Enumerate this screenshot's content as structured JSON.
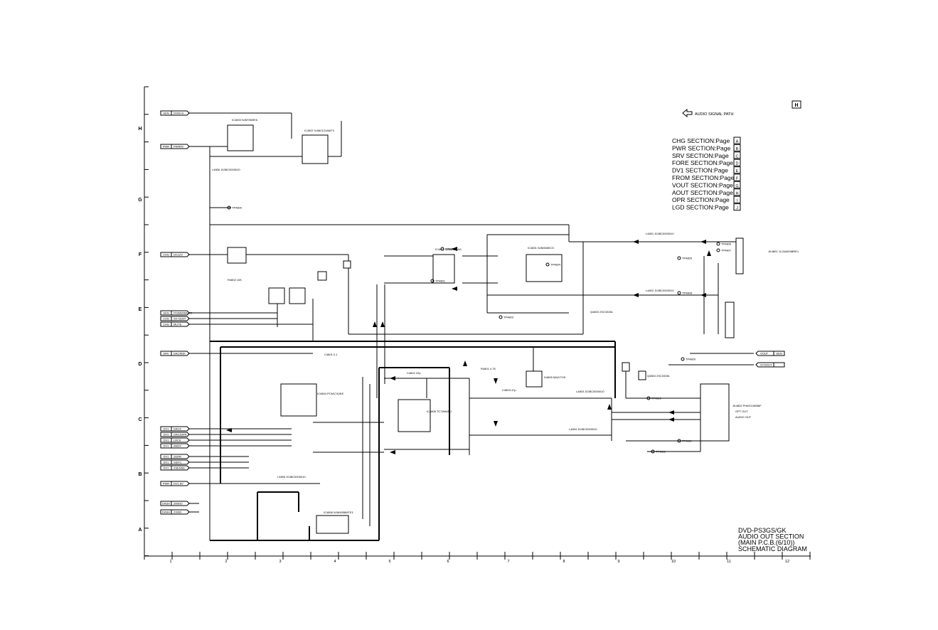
{
  "sheet_letter": "H",
  "signal_path_label": "AUDIO SIGNAL PATH",
  "legend": [
    {
      "text": "CHG SECTION:Page",
      "code": "A"
    },
    {
      "text": "PWR SECTION:Page",
      "code": "B"
    },
    {
      "text": "SRV SECTION:Page",
      "code": "C"
    },
    {
      "text": "FORE SECTION:Page",
      "code": "D"
    },
    {
      "text": "DV1 SECTION:Page",
      "code": "E"
    },
    {
      "text": "FROM SECTION:Page",
      "code": "F"
    },
    {
      "text": "VOUT SECTION:Page",
      "code": "G"
    },
    {
      "text": "AOUT SECTION:Page",
      "code": "H"
    },
    {
      "text": "OPR SECTION:Page",
      "code": "I"
    },
    {
      "text": "LGD SECTION:Page",
      "code": "J"
    }
  ],
  "title_block": [
    "DVD-PS3GS/GK",
    "AUDIO OUT SECTION",
    "(MAIN P.C.B.(6/10))",
    "SCHEMATIC DIAGRAM"
  ],
  "row_labels": [
    "H",
    "G",
    "F",
    "E",
    "D",
    "C",
    "B",
    "A"
  ],
  "col_labels": [
    "1",
    "2",
    "3",
    "4",
    "5",
    "6",
    "7",
    "8",
    "9",
    "10",
    "11",
    "12"
  ],
  "left_connectors": [
    {
      "tag": "GEN",
      "net": "DV6V-H"
    },
    {
      "tag": "PWR",
      "net": "PWR5V"
    },
    {
      "tag": "CHG",
      "net": "DC12V"
    },
    {
      "tag": "GEN",
      "net": "POWERMUTE"
    },
    {
      "tag": "CHG",
      "net": "SV-CENT"
    },
    {
      "tag": "CHG",
      "net": "MUTE"
    },
    {
      "tag": "SRV",
      "net": "DACRDK"
    },
    {
      "tag": "DV1",
      "net": "DACK"
    },
    {
      "tag": "DV1",
      "net": "DACDATA"
    },
    {
      "tag": "DV1",
      "net": "LRCK"
    },
    {
      "tag": "DV1",
      "net": "AMSY"
    },
    {
      "tag": "DV1",
      "net": "ZERR"
    },
    {
      "tag": "DV1",
      "net": "SSIF1"
    },
    {
      "tag": "DV1",
      "net": "ZSENSE"
    },
    {
      "tag": "PWR",
      "net": "DV1.8V"
    },
    {
      "tag": "DASH",
      "net": "ZMSIO"
    },
    {
      "tag": "DASH",
      "net": "ZGND"
    }
  ],
  "right_connectors": [
    {
      "tag": "GEN",
      "net": "VOUT"
    },
    {
      "tag": "",
      "net": "SYSOUT"
    }
  ],
  "components": [
    "IC4803 NJM7805FA",
    "IC4807 NJM2121AMT3",
    "IC4801 NJM4580CG",
    "IC4802 NJM4580AG",
    "IC4804 PCM1742KE",
    "IC4805 TC7W66FU",
    "IC4806 NJM4558MTE1",
    "D4805 MA2J728",
    "Q4803 2SC3326L",
    "Q4804 2SC3326L",
    "JK4801 JL13A009BRE1",
    "JK4802 PH6GC6KB6F",
    "L4801 J0JBC0000010",
    "L4802 J0JBC0000010",
    "L4803 J0JBC0000010",
    "L4804 J0JBC0000010",
    "L4805 J0JBC0000010",
    "L4806 J0JBC0000010",
    "C4801 0.1",
    "C4802 22p",
    "C4803 47µ",
    "R4801 4.7K",
    "R4802 10K"
  ],
  "test_points": [
    "TP4800",
    "TP4801",
    "TP4802",
    "TP4803",
    "TP4804",
    "TP4805",
    "TP4806",
    "TP4807",
    "TP4808",
    "TP4809",
    "TP4810",
    "TP4811",
    "TP4812"
  ],
  "jack_labels": [
    "OPT OUT",
    "AUDIO OUT"
  ]
}
